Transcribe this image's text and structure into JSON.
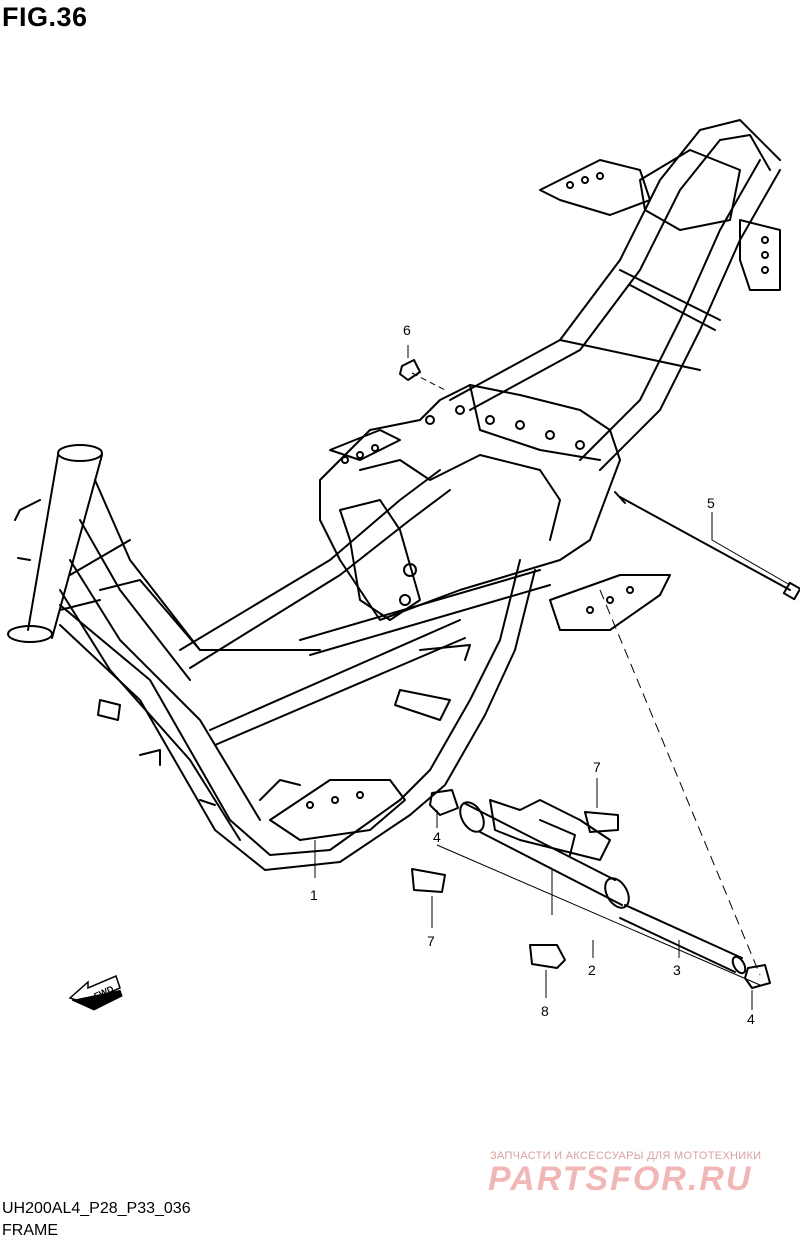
{
  "figure": {
    "title": "FIG.36"
  },
  "drawing": {
    "code": "UH200AL4_P28_P33_036",
    "name": "FRAME"
  },
  "callouts": {
    "frame": "1",
    "pipe_assembly": "2",
    "stand_pipe": "3",
    "cushion_left": "4",
    "cushion_right": "4",
    "bolt": "5",
    "nut": "6",
    "pad_upper": "7",
    "pad_lower": "7",
    "clip": "8"
  },
  "fwd_arrow": {
    "label": "FWD"
  },
  "watermark": {
    "tagline": "ЗАПЧАСТИ И АКСЕССУАРЫ ДЛЯ МОТОТЕХНИКИ",
    "logo": "PARTSFOR.RU"
  }
}
